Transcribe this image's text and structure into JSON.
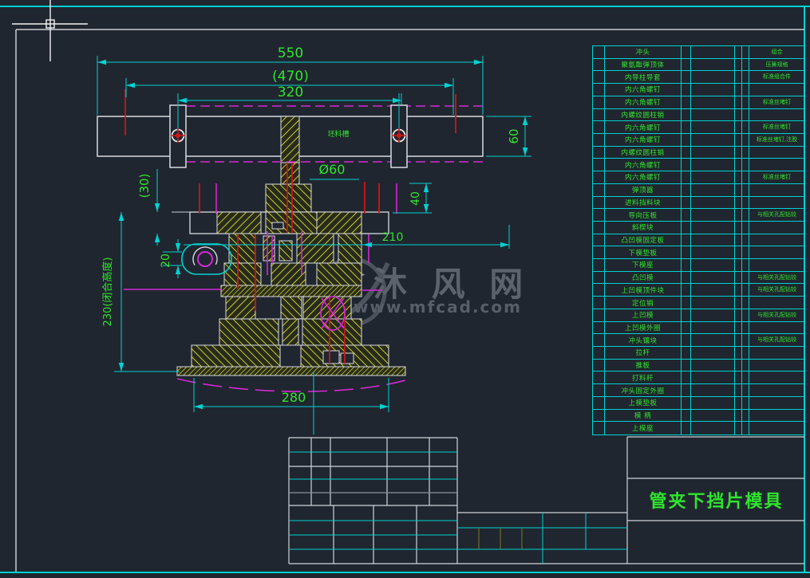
{
  "app": {
    "type": "cad-viewer-drawing",
    "colors": {
      "background": "#20262f",
      "border_cyan": "#00d2d2",
      "text_green": "#2ee52e",
      "hatch_yellow": "#e8e82a",
      "line_magenta": "#d428d4",
      "line_red": "#cc1616",
      "line_white": "#d8dbe0",
      "watermark_gray": "#60666f"
    }
  },
  "drawing": {
    "labels": {
      "blank_note": "坯料槽"
    },
    "dims": {
      "d550": "550",
      "d470": "(470)",
      "d320": "320",
      "d60": "60",
      "dia60": "Ø60",
      "d30": "(30)",
      "d40": "40",
      "d20": "20",
      "d230": "230(闭合高度)",
      "d210": "210",
      "d280": "280"
    }
  },
  "watermark": {
    "brand": "沐 风 网",
    "url": "www.mfcad.com"
  },
  "parts_table": {
    "rows": [
      {
        "name": "冲头",
        "remark": "组合"
      },
      {
        "name": "聚氨酯弹顶体",
        "remark": "压簧规格"
      },
      {
        "name": "内导柱导套",
        "remark": "标准组合件"
      },
      {
        "name": "内六角螺钉",
        "remark": ""
      },
      {
        "name": "内六角螺钉",
        "remark": "标准丝堵钉"
      },
      {
        "name": "内螺纹圆柱销",
        "remark": ""
      },
      {
        "name": "内六角螺钉",
        "remark": "标准丝堵钉"
      },
      {
        "name": "内六角螺钉",
        "remark": "标准丝堵钉,注胶"
      },
      {
        "name": "内螺纹圆柱销",
        "remark": ""
      },
      {
        "name": "内六角螺钉",
        "remark": ""
      },
      {
        "name": "内六角螺钉",
        "remark": "标准丝堵钉"
      },
      {
        "name": "弹顶器",
        "remark": ""
      },
      {
        "name": "进料挡料块",
        "remark": ""
      },
      {
        "name": "导向压板",
        "remark": "与相关孔配钻铰"
      },
      {
        "name": "斜楔块",
        "remark": ""
      },
      {
        "name": "凸凹模固定板",
        "remark": ""
      },
      {
        "name": "下模垫板",
        "remark": ""
      },
      {
        "name": "下模座",
        "remark": ""
      },
      {
        "name": "凸凹模",
        "remark": "与相关孔配钻铰"
      },
      {
        "name": "上凹模顶件块",
        "remark": "与相关孔配钻铰"
      },
      {
        "name": "定位销",
        "remark": ""
      },
      {
        "name": "上凹模",
        "remark": "与相关孔配钻铰"
      },
      {
        "name": "上凹模外圈",
        "remark": ""
      },
      {
        "name": "冲头镶块",
        "remark": "与相关孔配钻铰"
      },
      {
        "name": "拉杆",
        "remark": ""
      },
      {
        "name": "推板",
        "remark": ""
      },
      {
        "name": "打料杆",
        "remark": ""
      },
      {
        "name": "冲头固定外圈",
        "remark": ""
      },
      {
        "name": "上模垫板",
        "remark": ""
      },
      {
        "name": "模 柄",
        "remark": ""
      },
      {
        "name": "上模座",
        "remark": ""
      }
    ]
  },
  "title_block": {
    "title": "管夹下挡片模具"
  }
}
